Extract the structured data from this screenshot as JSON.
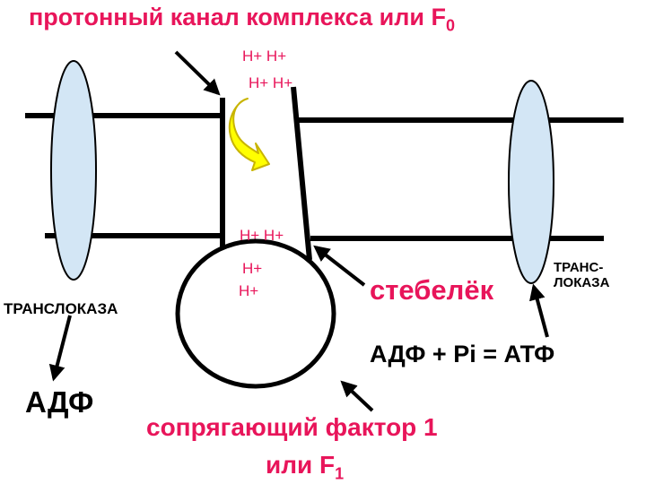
{
  "title": {
    "text": "протонный канал комплекса или F",
    "subscript": "0"
  },
  "protons": {
    "top_1": "Н+ Н+",
    "top_2": "Н+ Н+",
    "mid_1": "Н+ Н+",
    "mid_2": "Н+",
    "mid_3": "Н+"
  },
  "labels": {
    "translocase_left": "ТРАНСЛОКАЗА",
    "translocase_right": "ТРАНС-ЛОКАЗА",
    "stalk": "стебелёк",
    "equation": "АДФ + Pi = АТФ",
    "adp": "АДФ",
    "factor_line1": "сопрягающий фактор 1",
    "factor_line2": "или F",
    "factor_subscript": "1"
  },
  "colors": {
    "label_red": "#e8155a",
    "ellipse_fill": "#d3e6f5",
    "rotation_arrow_fill": "#ffff00",
    "rotation_arrow_stroke": "#c8b400",
    "lines": "#000000"
  }
}
